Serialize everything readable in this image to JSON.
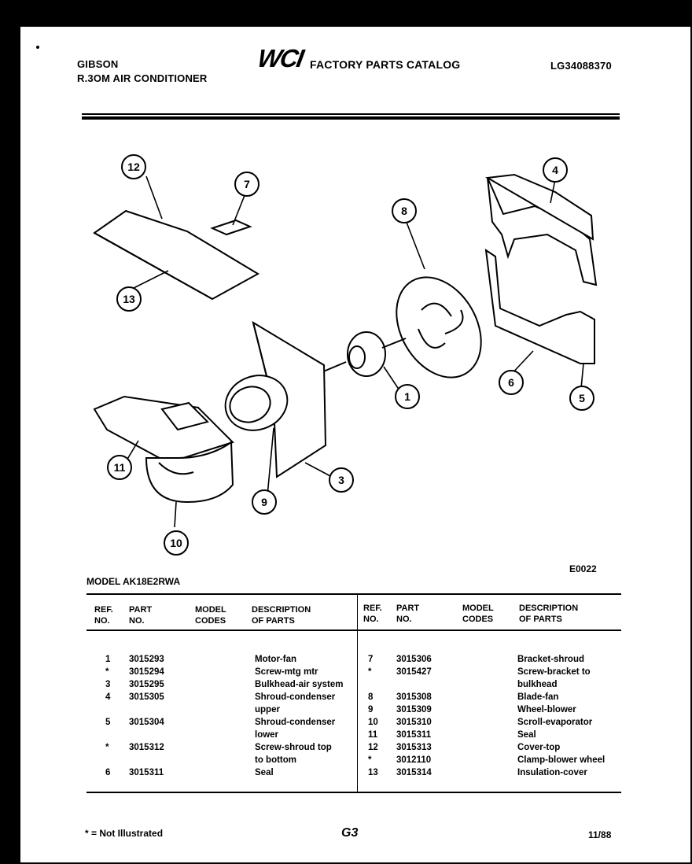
{
  "header": {
    "brand": "GIBSON",
    "product": "R.3OM AIR CONDITIONER",
    "logo_text": "WCI",
    "catalog_title": "FACTORY PARTS CATALOG",
    "catalog_number": "LG34088370"
  },
  "diagram": {
    "callouts": [
      "12",
      "7",
      "4",
      "8",
      "13",
      "1",
      "6",
      "5",
      "11",
      "3",
      "9",
      "10"
    ],
    "code": "E0022"
  },
  "model": "MODEL AK18E2RWA",
  "table": {
    "headers": {
      "ref_1": "REF.",
      "ref_2": "NO.",
      "part_1": "PART",
      "part_2": "NO.",
      "model_1": "MODEL",
      "model_2": "CODES",
      "desc_1": "DESCRIPTION",
      "desc_2": "OF PARTS"
    },
    "left": [
      {
        "ref": "1",
        "part": "3015293",
        "desc": "Motor-fan"
      },
      {
        "ref": "*",
        "part": "3015294",
        "desc": "Screw-mtg mtr"
      },
      {
        "ref": "3",
        "part": "3015295",
        "desc": "Bulkhead-air system"
      },
      {
        "ref": "4",
        "part": "3015305",
        "desc": "Shroud-condenser",
        "desc2": "upper"
      },
      {
        "ref": "5",
        "part": "3015304",
        "desc": "Shroud-condenser",
        "desc2": "lower"
      },
      {
        "ref": "*",
        "part": "3015312",
        "desc": "Screw-shroud top",
        "desc2": "to bottom"
      },
      {
        "ref": "6",
        "part": "3015311",
        "desc": "Seal"
      }
    ],
    "right": [
      {
        "ref": "7",
        "part": "3015306",
        "desc": "Bracket-shroud"
      },
      {
        "ref": "*",
        "part": "3015427",
        "desc": "Screw-bracket to",
        "desc2": "bulkhead"
      },
      {
        "ref": "8",
        "part": "3015308",
        "desc": "Blade-fan"
      },
      {
        "ref": "9",
        "part": "3015309",
        "desc": "Wheel-blower"
      },
      {
        "ref": "10",
        "part": "3015310",
        "desc": "Scroll-evaporator"
      },
      {
        "ref": "11",
        "part": "3015311",
        "desc": "Seal"
      },
      {
        "ref": "12",
        "part": "3015313",
        "desc": "Cover-top"
      },
      {
        "ref": "*",
        "part": "3012110",
        "desc": "Clamp-blower wheel"
      },
      {
        "ref": "13",
        "part": "3015314",
        "desc": "Insulation-cover"
      }
    ]
  },
  "footer": {
    "note": "* = Not Illustrated",
    "page_code": "G3",
    "date": "11/88"
  }
}
